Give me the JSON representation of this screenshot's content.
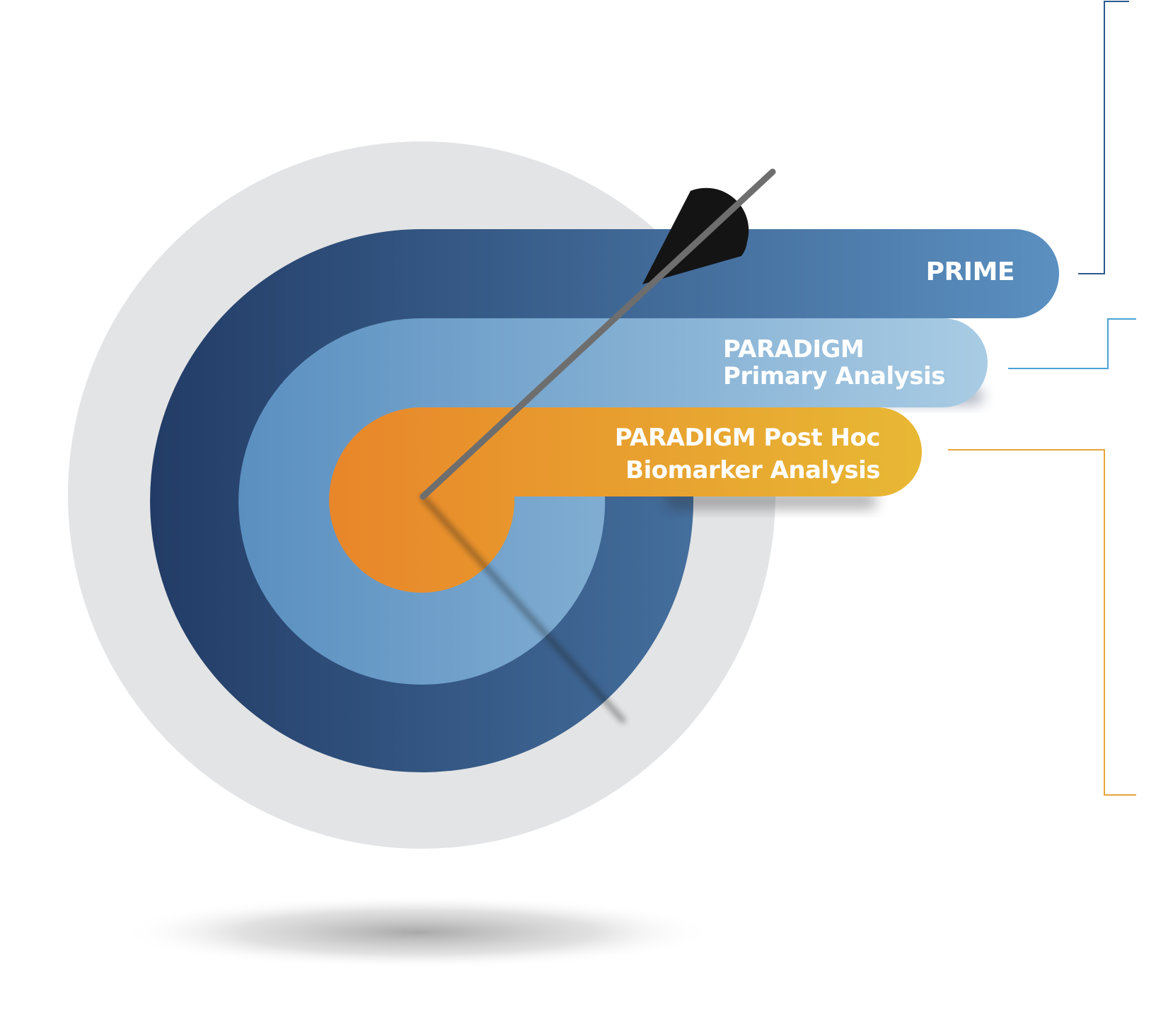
{
  "labels": {
    "prime": "PRIME",
    "primary_line1": "PARADIGM",
    "primary_line2": "Primary Analysis",
    "posthoc_line1": "PARADIGM Post Hoc",
    "posthoc_line2": "Biomarker Analysis"
  },
  "colors": {
    "outer_ring": "#e3e4e5",
    "dark_blue_start": "#223c66",
    "dark_blue_end": "#5b90c1",
    "light_blue_start": "#5a8fc0",
    "light_blue_end": "#a9cce4",
    "orange_start": "#e8862a",
    "orange_end": "#e8b834",
    "fletching": "#141414",
    "shaft": "#6e6e6e",
    "connector_dark_blue": "#2c5a8f",
    "connector_light_blue": "#4aa3d6",
    "connector_orange": "#e8a53a"
  }
}
